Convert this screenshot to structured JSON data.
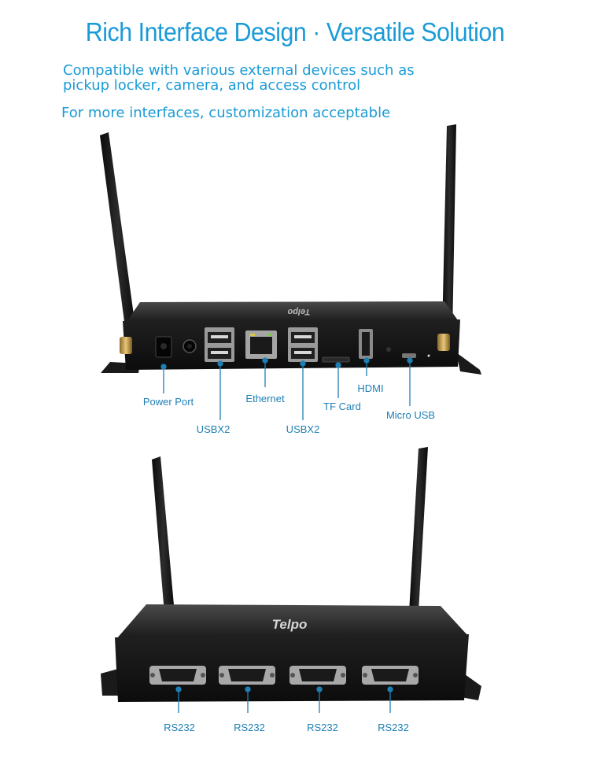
{
  "header": {
    "title": "Rich Interface Design · Versatile Solution",
    "subtitle_line1": "Compatible with various external devices such as",
    "subtitle_line2": "pickup locker, camera, and access control",
    "subtitle_line3": "For more interfaces, customization acceptable"
  },
  "device_top": {
    "brand": "Telpo",
    "ports": [
      {
        "name": "Power Port"
      },
      {
        "name": "USBX2"
      },
      {
        "name": "Ethernet"
      },
      {
        "name": "USBX2"
      },
      {
        "name": "TF Card"
      },
      {
        "name": "HDMI"
      },
      {
        "name": "Micro USB"
      }
    ]
  },
  "device_bottom": {
    "brand": "Telpo",
    "ports": [
      {
        "name": "RS232"
      },
      {
        "name": "RS232"
      },
      {
        "name": "RS232"
      },
      {
        "name": "RS232"
      }
    ]
  },
  "colors": {
    "accent": "#1a9bd7",
    "callout": "#1f7fb4",
    "device": "#141414"
  }
}
